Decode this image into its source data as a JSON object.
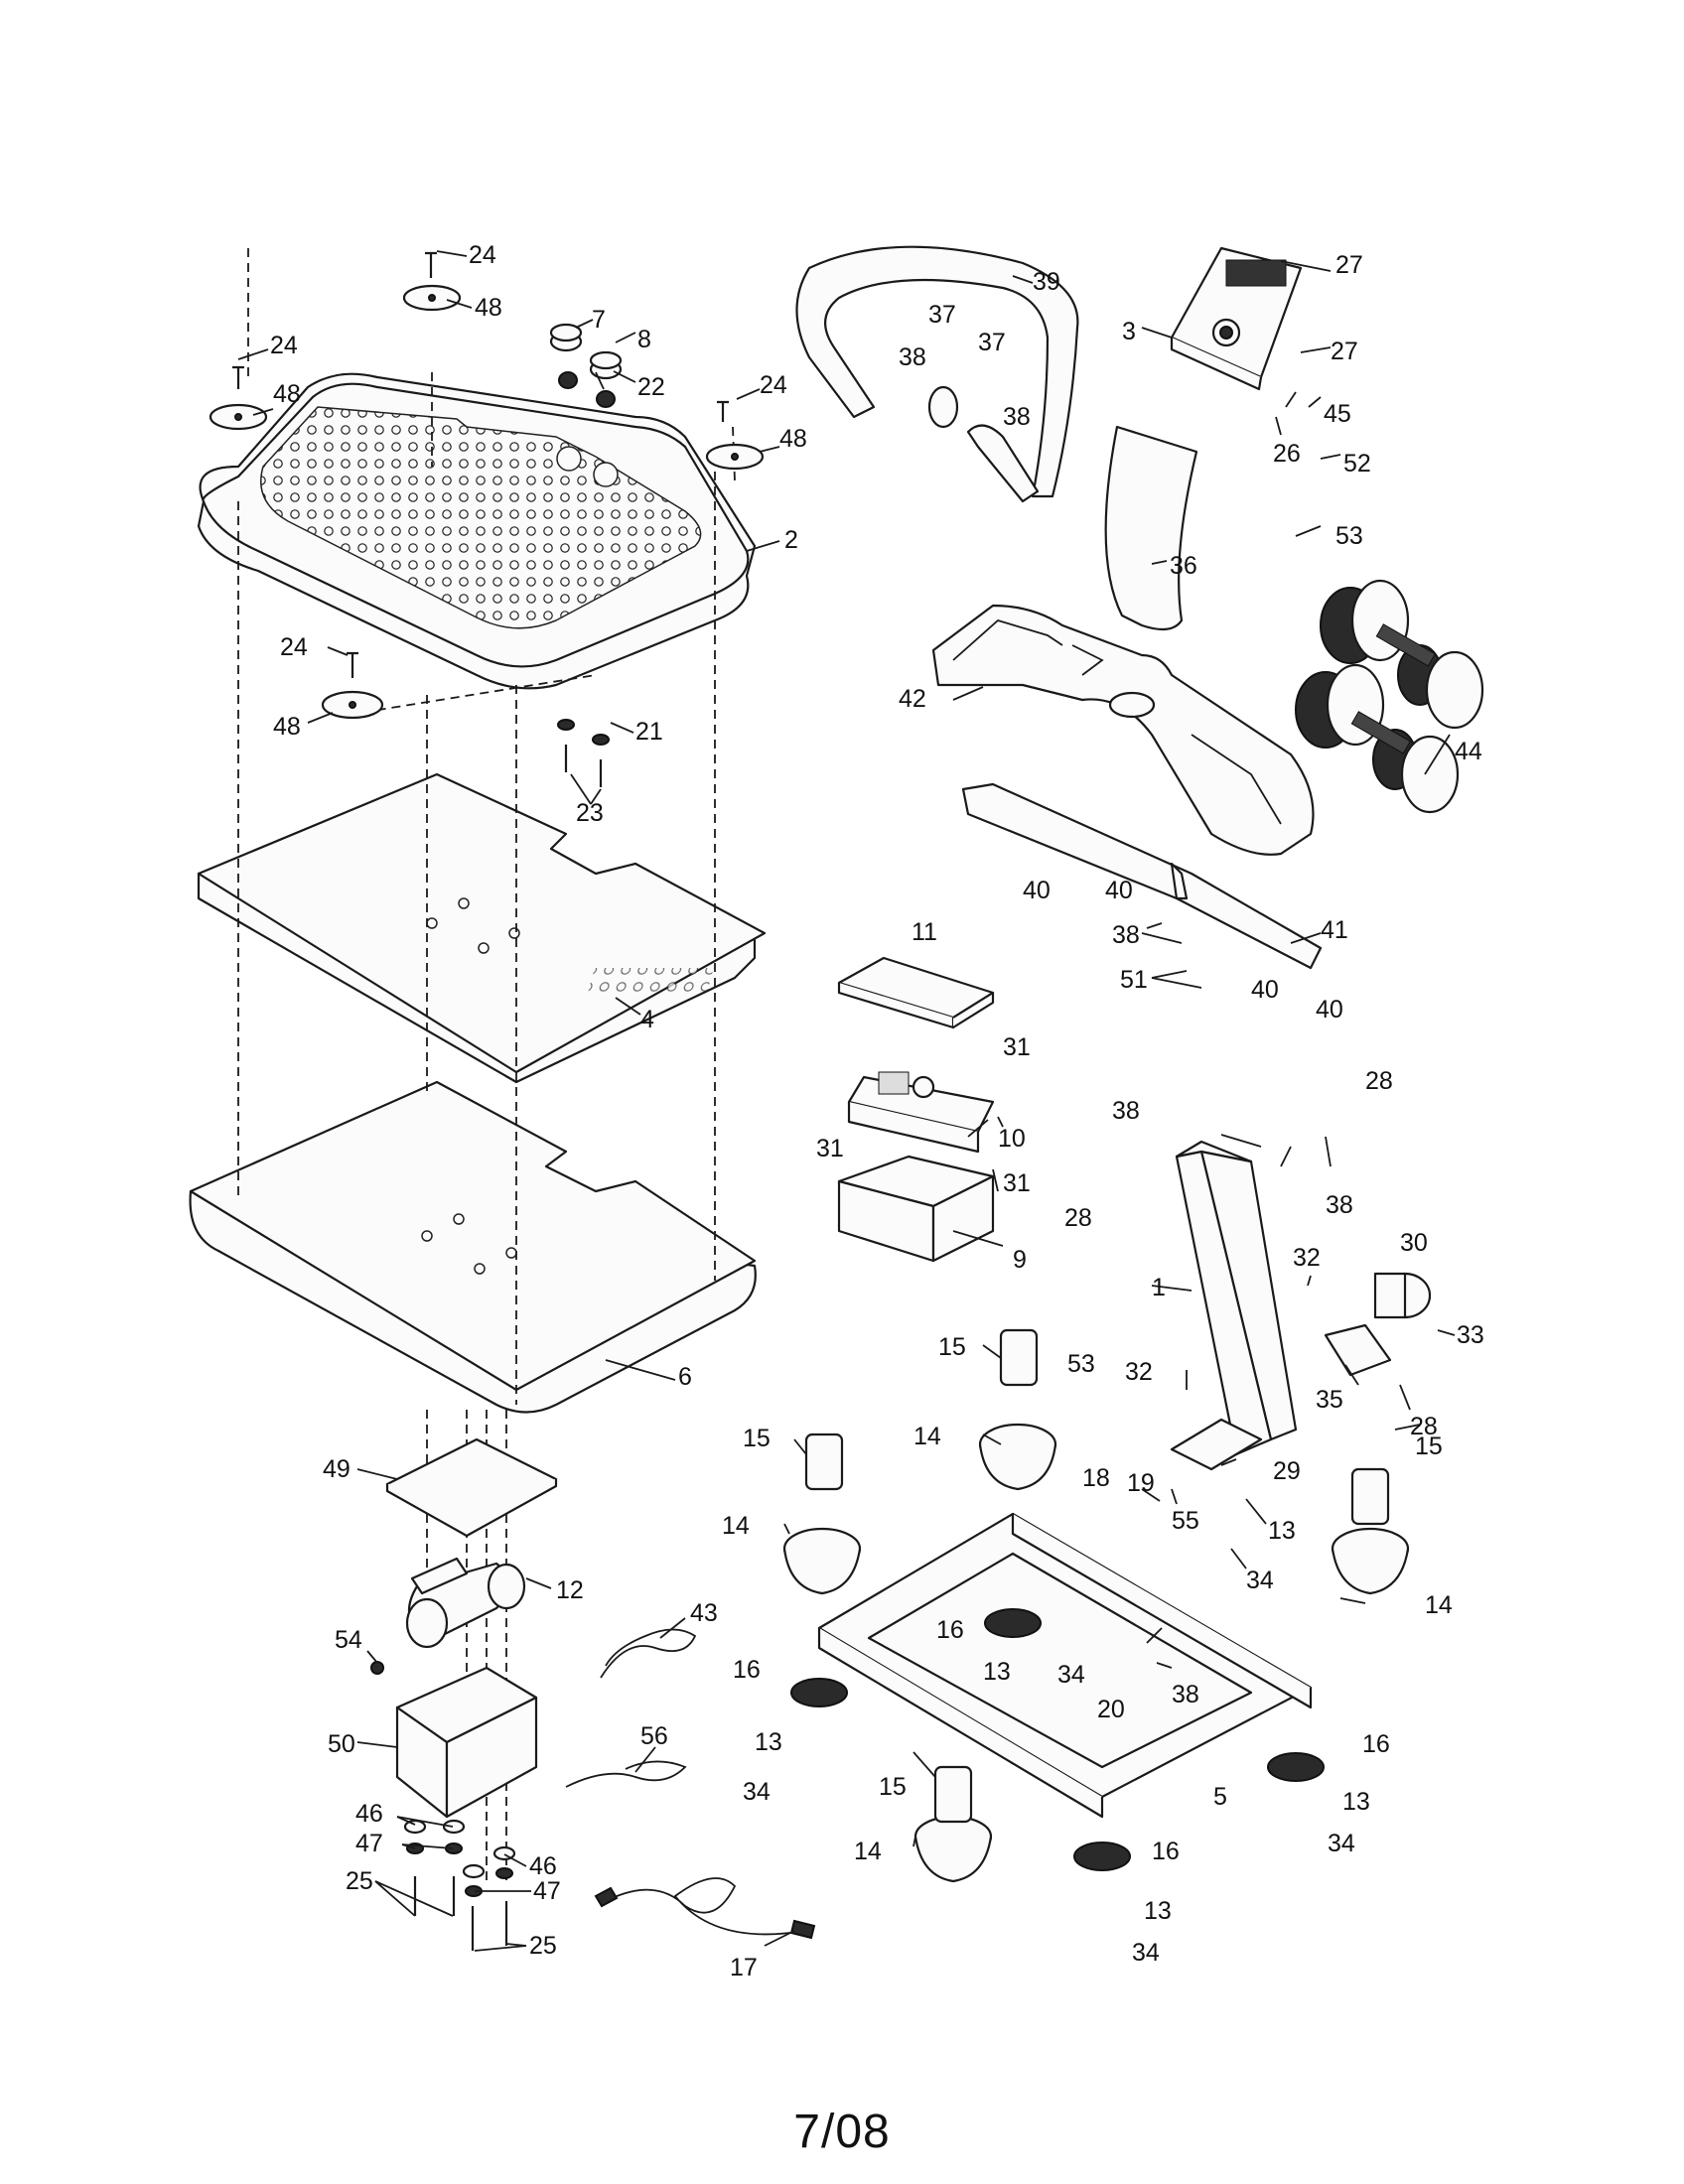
{
  "page_number": "7/08",
  "callouts": {
    "c1": "1",
    "c2": "2",
    "c3": "3",
    "c4": "4",
    "c5": "5",
    "c6": "6",
    "c7": "7",
    "c8": "8",
    "c9": "9",
    "c10": "10",
    "c11": "11",
    "c12": "12",
    "c13": "13",
    "c14": "14",
    "c15": "15",
    "c16": "16",
    "c17": "17",
    "c18": "18",
    "c19": "19",
    "c20": "20",
    "c21": "21",
    "c22": "22",
    "c23": "23",
    "c24": "24",
    "c25": "25",
    "c26": "26",
    "c27": "27",
    "c28": "28",
    "c29": "29",
    "c30": "30",
    "c31": "31",
    "c32": "32",
    "c33": "33",
    "c34": "34",
    "c35": "35",
    "c36": "36",
    "c37": "37",
    "c38": "38",
    "c39": "39",
    "c40": "40",
    "c41": "41",
    "c42": "42",
    "c43": "43",
    "c44": "44",
    "c45": "45",
    "c46": "46",
    "c47": "47",
    "c48": "48",
    "c49": "49",
    "c50": "50",
    "c51": "51",
    "c52": "52",
    "c53": "53",
    "c54": "54",
    "c55": "55",
    "c56": "56"
  }
}
